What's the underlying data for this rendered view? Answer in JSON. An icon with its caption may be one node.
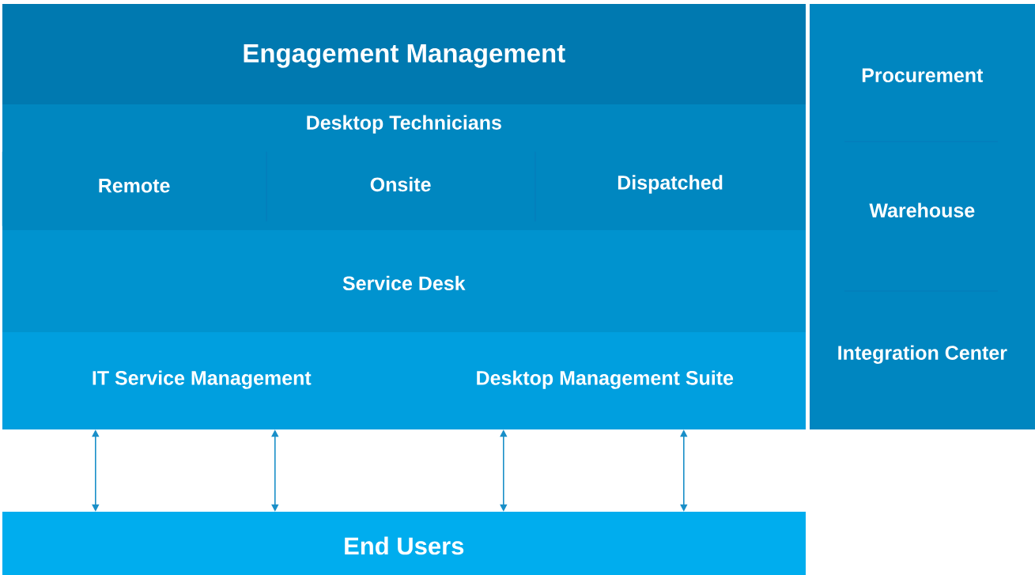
{
  "diagram": {
    "nodes": [
      {
        "text": [
          "Engagement Management"
        ]
      },
      {
        "text": [
          "Desktop Technicians"
        ]
      },
      {
        "text": [
          "Remote"
        ],
        "in": 1
      },
      {
        "text": [
          "Onsite"
        ],
        "in": 1
      },
      {
        "text": [
          "Dispatched"
        ],
        "in": 1
      },
      {
        "text": [
          "Service Desk"
        ]
      },
      {
        "text": [
          "IT Service Management",
          "Desktop Management Suite"
        ]
      },
      {
        "text": [
          "End Users"
        ]
      },
      {
        "text": [
          "Procurement"
        ]
      },
      {
        "text": [
          "Warehouse"
        ]
      },
      {
        "text": [
          "Integration Center"
        ]
      }
    ],
    "edges": [
      {
        "from": 6,
        "to": 7,
        "arrow": "both"
      },
      {
        "from": 6,
        "to": 7,
        "arrow": "both"
      },
      {
        "from": 6,
        "to": 7,
        "arrow": "both"
      },
      {
        "from": 6,
        "to": 7,
        "arrow": "both"
      }
    ]
  }
}
